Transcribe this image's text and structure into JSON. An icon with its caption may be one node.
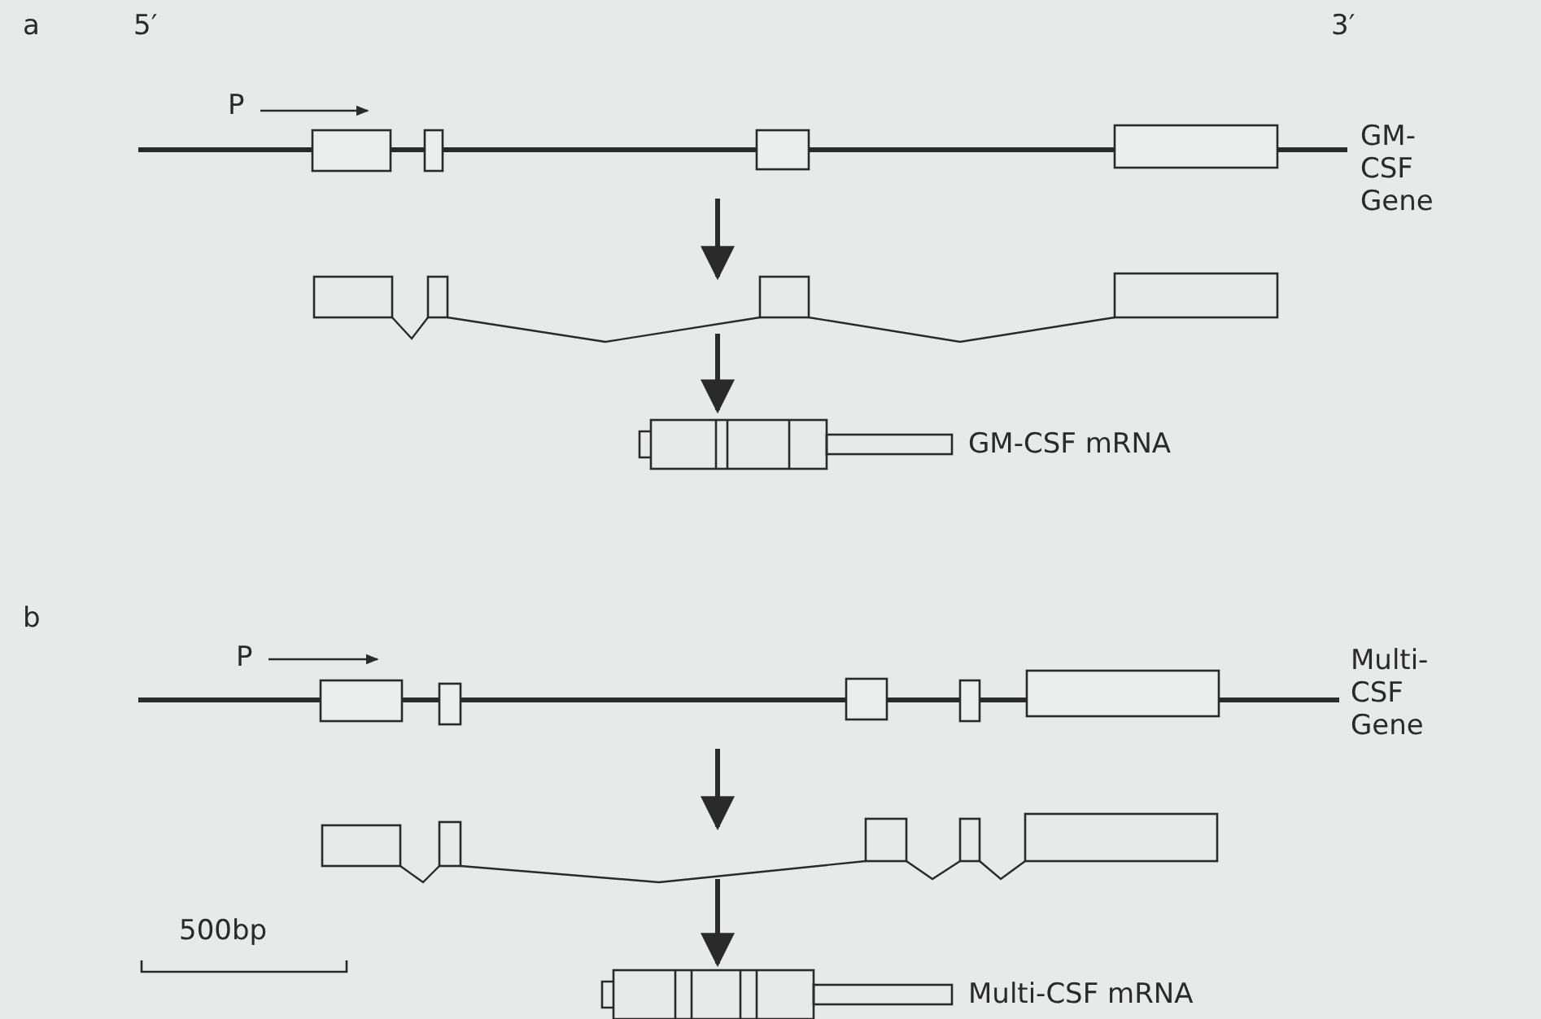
{
  "diagram": {
    "labels": [
      "a",
      "5′",
      "3′",
      "P",
      "GM-CSF Gene",
      "GM-CSF mRNA",
      "b",
      "P",
      "Multi-CSF Gene",
      "500bp",
      "Multi-CSF mRNA"
    ]
  }
}
